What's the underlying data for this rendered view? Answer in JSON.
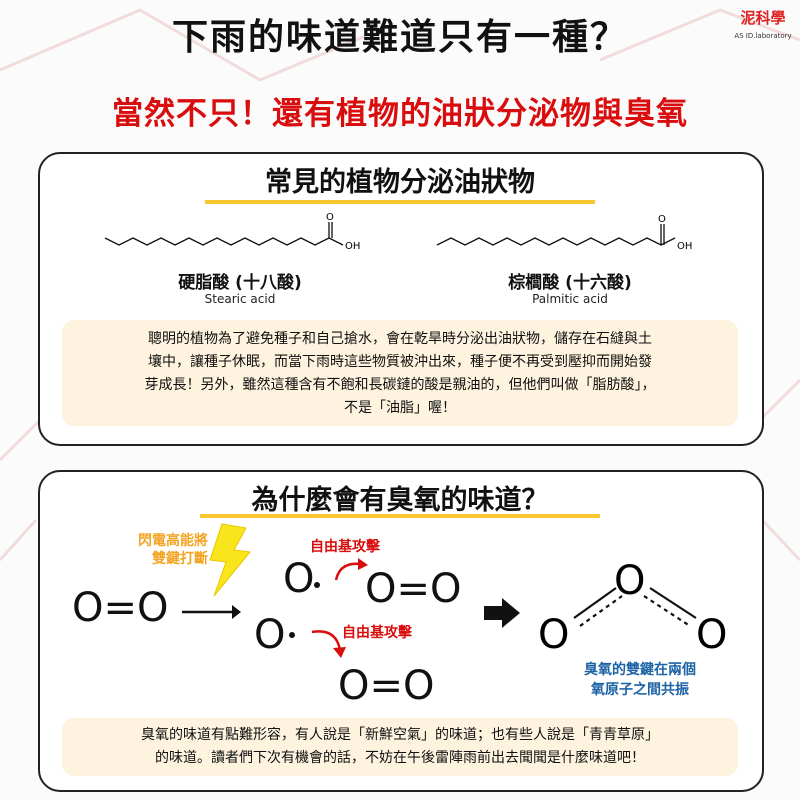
{
  "header": {
    "title": "下雨的味道難道只有一種？",
    "logo_main": "泥科學",
    "logo_sub": "AS ID.laboratory"
  },
  "subtitle": "當然不只！還有植物的油狀分泌物與臭氧",
  "section1": {
    "title": "常見的植物分泌油狀物",
    "molecules": [
      {
        "name": "硬脂酸 (十八酸)",
        "english": "Stearic acid",
        "o_label": "O",
        "oh_label": "OH"
      },
      {
        "name": "棕櫚酸 (十六酸)",
        "english": "Palmitic acid",
        "o_label": "O",
        "oh_label": "OH"
      }
    ],
    "body_lines": [
      "聰明的植物為了避免種子和自己搶水，會在乾旱時分泌出油狀物，儲存在石縫與土",
      "壤中，讓種子休眠，而當下雨時這些物質被沖出來，種子便不再受到壓抑而開始發",
      "芽成長！另外，雖然這種含有不飽和長碳鏈的酸是親油的，但他們叫做「脂肪酸」，",
      "不是「油脂」喔！"
    ]
  },
  "section2": {
    "title": "為什麼會有臭氧的味道？",
    "lightning_label_lines": [
      "閃電高能將",
      "雙鍵打斷"
    ],
    "radical_attack_1": "自由基攻擊",
    "radical_attack_2": "自由基攻擊",
    "o2_left": "O=O",
    "o_radical_top": "O",
    "o2_top": "O=O",
    "o_radical_bottom": "O",
    "o2_bottom": "O=O",
    "ozone_atoms": [
      "O",
      "O",
      "O"
    ],
    "ozone_label_lines": [
      "臭氧的雙鍵在兩個",
      "氧原子之間共振"
    ],
    "body_lines": [
      "臭氧的味道有點難形容，有人說是「新鮮空氣」的味道；也有些人說是「青青草原」",
      "的味道。讀者們下次有機會的話，不妨在午後雷陣雨前出去聞聞是什麼味道吧！"
    ]
  },
  "colors": {
    "accent_red": "#d90d0d",
    "highlight_yellow": "#f7c62f",
    "lightning_yellow": "#f9e51c",
    "orange_label": "#f4a423",
    "blue_label": "#1d63a6",
    "textbox_bg": "#fdf3de"
  }
}
